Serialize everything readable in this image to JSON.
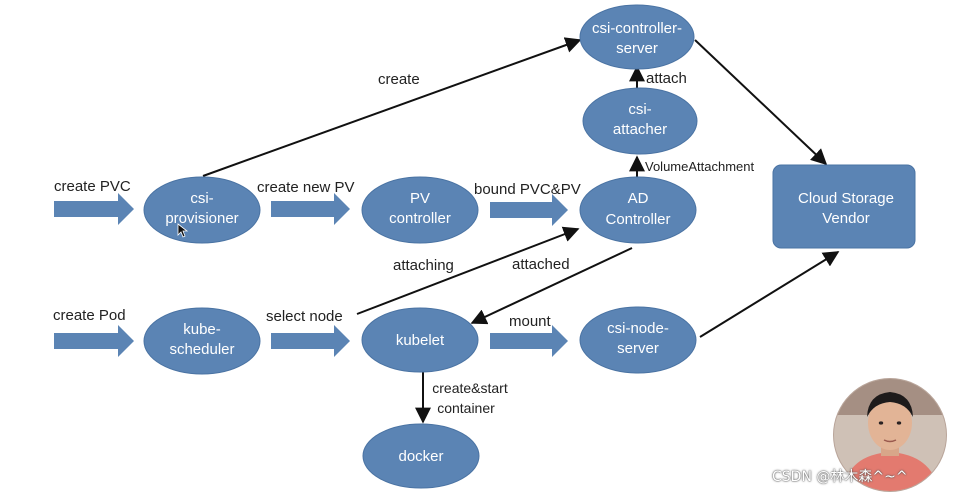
{
  "colors": {
    "node": "#5b84b4",
    "node_stroke": "#4a73a3",
    "text_on_node": "#ffffff",
    "edge": "#111111"
  },
  "nodes": {
    "csi_controller_server": [
      "csi-controller-",
      "server"
    ],
    "csi_attacher": [
      "csi-",
      "attacher"
    ],
    "csi_provisioner": [
      "csi-",
      "provisioner"
    ],
    "pv_controller": [
      "PV",
      "controller"
    ],
    "ad_controller": [
      "AD",
      "Controller"
    ],
    "cloud_storage_vendor": [
      "Cloud Storage",
      "Vendor"
    ],
    "kube_scheduler": [
      "kube-",
      "scheduler"
    ],
    "kubelet": [
      "kubelet"
    ],
    "csi_node_server": [
      "csi-node-",
      "server"
    ],
    "docker": [
      "docker"
    ]
  },
  "edge_labels": {
    "create": "create",
    "attach": "attach",
    "volume_attachment": "VolumeAttachment",
    "create_pvc": "create PVC",
    "create_new_pv": "create new PV",
    "bound_pvc_pv": "bound PVC&PV",
    "attaching": "attaching",
    "attached": "attached",
    "create_pod": "create Pod",
    "select_node": "select node",
    "mount": "mount",
    "create_start": [
      "create&start",
      "container"
    ]
  },
  "icons": {
    "cursor": "mouse-pointer-icon",
    "presenter": "presenter-avatar"
  },
  "watermark": "CSDN @林木森^~^"
}
